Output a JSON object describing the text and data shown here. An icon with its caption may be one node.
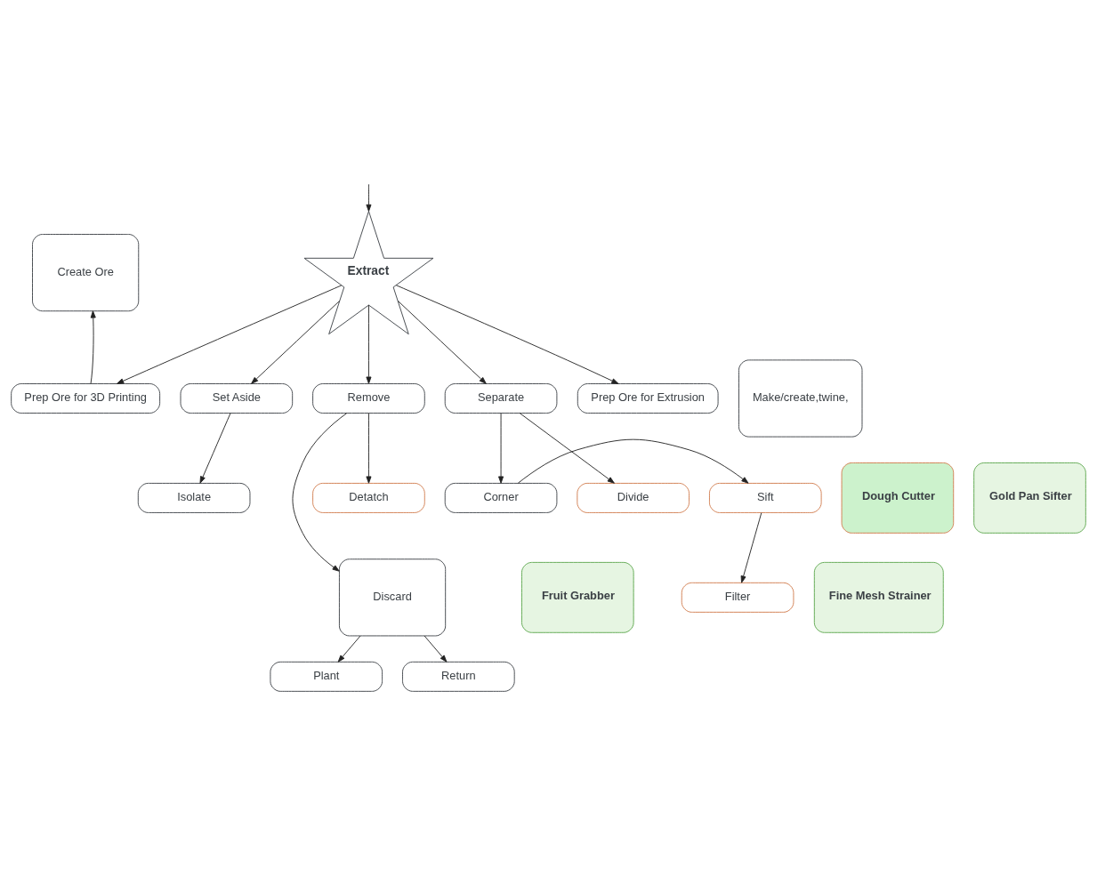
{
  "diagram": {
    "nodes": [
      {
        "text": [
          "Create Ore"
        ]
      },
      {
        "text": [
          "Prep Ore for 3D Printing"
        ]
      },
      {
        "text": [
          "Prep Ore for Extrusion"
        ]
      },
      {
        "text": [
          "Make/create,twine,"
        ]
      },
      {
        "text": [
          "Extract"
        ]
      },
      {
        "text": [
          "Set Aside"
        ]
      },
      {
        "text": [
          "Remove"
        ]
      },
      {
        "text": [
          "Separate"
        ]
      },
      {
        "text": [
          "Isolate"
        ]
      },
      {
        "text": [
          "Corner"
        ]
      },
      {
        "text": [
          "Divide"
        ]
      },
      {
        "text": [
          "Sift"
        ]
      },
      {
        "text": [
          "Gold Pan Sifter"
        ]
      },
      {
        "text": [
          "Detatch"
        ]
      },
      {
        "text": [
          "Dough Cutter"
        ]
      },
      {
        "text": [
          "Discard"
        ]
      },
      {
        "text": [
          "Fruit Grabber"
        ]
      },
      {
        "text": [
          "Filter"
        ]
      },
      {
        "text": [
          "Fine Mesh Strainer"
        ]
      },
      {
        "text": [
          "Plant"
        ]
      },
      {
        "text": [
          "Return"
        ]
      }
    ],
    "edges": [
      {
        "from": 1,
        "to": 0,
        "arrow": "to"
      },
      {
        "from": 4,
        "to": 1,
        "arrow": "to"
      },
      {
        "from": 4,
        "to": 2,
        "arrow": "to"
      },
      {
        "from": null,
        "to": 4,
        "arrow": "to"
      },
      {
        "from": 4,
        "to": 5,
        "arrow": "to"
      },
      {
        "from": 4,
        "to": 6,
        "arrow": "to"
      },
      {
        "from": 4,
        "to": 7,
        "arrow": "to"
      },
      {
        "from": 5,
        "to": 8,
        "arrow": "to"
      },
      {
        "from": 6,
        "to": 13,
        "arrow": "to"
      },
      {
        "from": 6,
        "to": 15,
        "arrow": "to"
      },
      {
        "from": 7,
        "to": 9,
        "arrow": "to"
      },
      {
        "from": 7,
        "to": 10,
        "arrow": "to"
      },
      {
        "from": 9,
        "to": 11,
        "arrow": "to"
      },
      {
        "from": 11,
        "to": 17,
        "arrow": "to"
      },
      {
        "from": 15,
        "to": 19,
        "arrow": "to"
      },
      {
        "from": 15,
        "to": 20,
        "arrow": "to"
      }
    ]
  }
}
